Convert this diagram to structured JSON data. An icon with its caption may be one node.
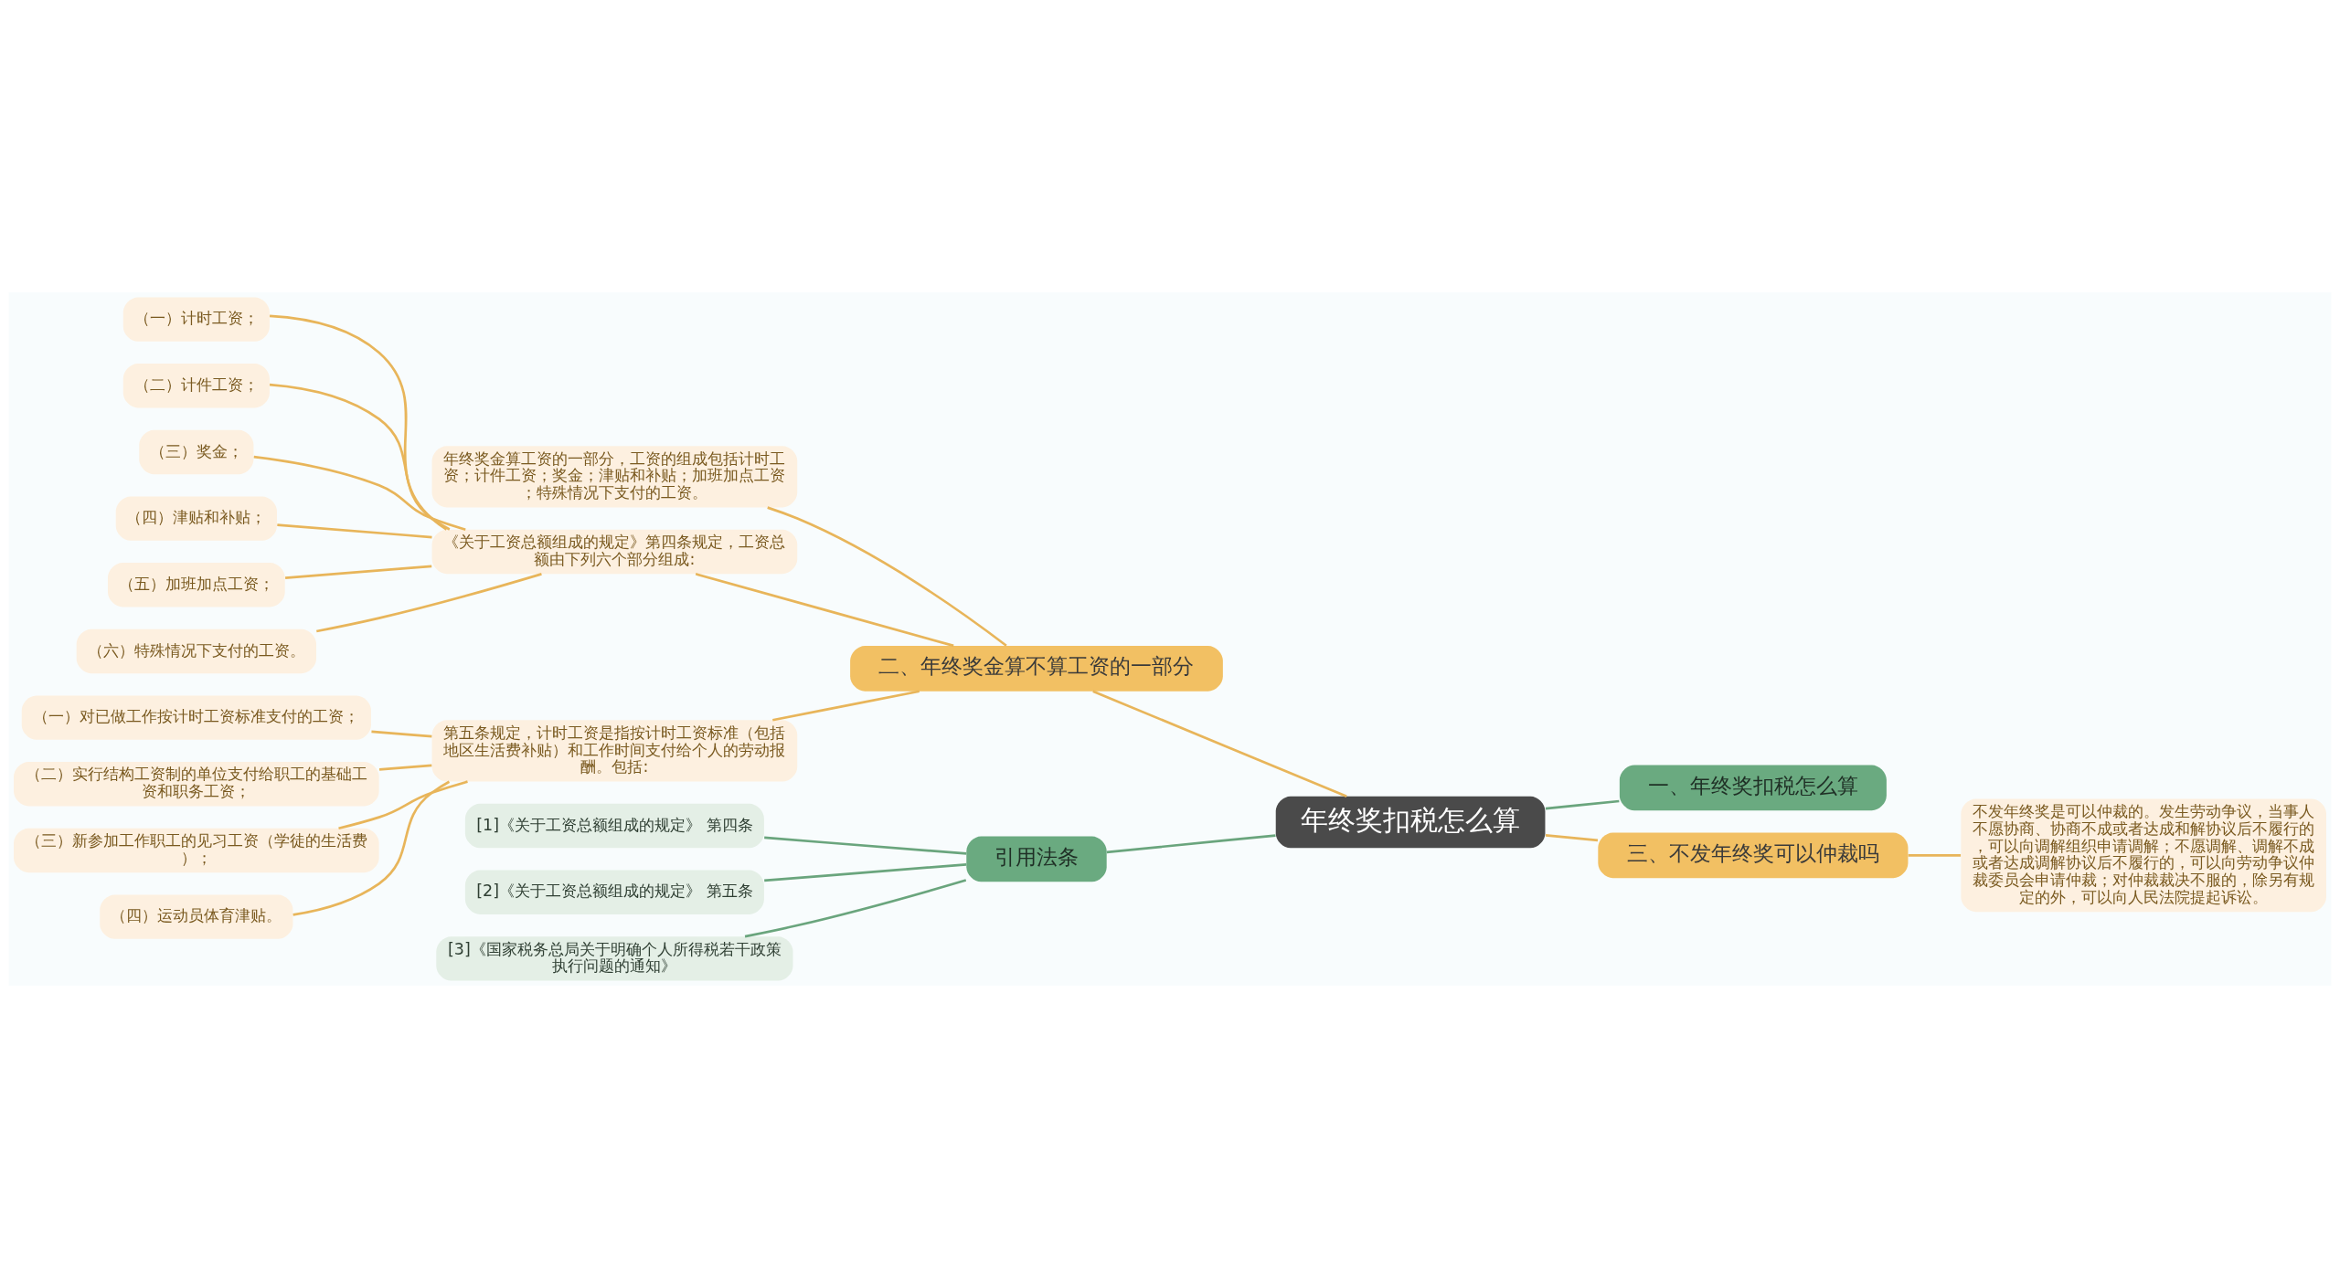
{
  "diagram": {
    "nodes": [
      {
        "text": [
          "年终奖扣税怎么算"
        ]
      },
      {
        "text": [
          "二、年终奖金算不算工资的一部分"
        ]
      },
      {
        "text": [
          "年终奖金算工资的一部分，工资的组成包括计时工资；计件工资；奖金；津贴和补贴；加班加点工资；特殊情况下支付的工资。"
        ]
      },
      {
        "text": [
          "《关于工资总额组成的规定》第四条规定，工资总额由下列六个部分组成:"
        ]
      },
      {
        "text": [
          "（一）计时工资；"
        ]
      },
      {
        "text": [
          "（二）计件工资；"
        ]
      },
      {
        "text": [
          "（三）奖金；"
        ]
      },
      {
        "text": [
          "（四）津贴和补贴；"
        ]
      },
      {
        "text": [
          "（五）加班加点工资；"
        ]
      },
      {
        "text": [
          "（六）特殊情况下支付的工资。"
        ]
      },
      {
        "text": [
          "第五条规定，计时工资是指按计时工资标准（包括地区生活费补贴）和工作时间支付给个人的劳动报酬。包括:"
        ]
      },
      {
        "text": [
          "（一）对已做工作按计时工资标准支付的工资；"
        ]
      },
      {
        "text": [
          "（二）实行结构工资制的单位支付给职工的基础工资和职务工资；"
        ]
      },
      {
        "text": [
          "（三）新参加工作职工的见习工资（学徒的生活费）；"
        ]
      },
      {
        "text": [
          "（四）运动员体育津贴。"
        ]
      },
      {
        "text": [
          "一、年终奖扣税怎么算"
        ]
      },
      {
        "text": [
          "三、不发年终奖可以仲裁吗"
        ]
      },
      {
        "text": [
          "不发年终奖是可以仲裁的。发生劳动争议，当事人不愿协商、协商不成或者达成和解协议后不履行的，可以向调解组织申请调解；不愿调解、调解不成或者达成调解协议后不履行的，可以向劳动争议仲裁委员会申请仲裁；对仲裁裁决不服的，除另有规定的外，可以向人民法院提起诉讼。"
        ]
      },
      {
        "text": [
          "引用法条"
        ]
      },
      {
        "text": [
          "[1]《关于工资总额组成的规定》 第四条"
        ]
      },
      {
        "text": [
          "[2]《关于工资总额组成的规定》 第五条"
        ]
      },
      {
        "text": [
          "[3]《国家税务总局关于明确个人所得税若干政策执行问题的通知》"
        ]
      }
    ],
    "edges": [
      {
        "from": 0,
        "to": 1,
        "arrow": "none"
      },
      {
        "from": 1,
        "to": 2,
        "arrow": "none"
      },
      {
        "from": 1,
        "to": 3,
        "arrow": "none"
      },
      {
        "from": 3,
        "to": 4,
        "arrow": "none"
      },
      {
        "from": 3,
        "to": 5,
        "arrow": "none"
      },
      {
        "from": 3,
        "to": 6,
        "arrow": "none"
      },
      {
        "from": 3,
        "to": 7,
        "arrow": "none"
      },
      {
        "from": 3,
        "to": 8,
        "arrow": "none"
      },
      {
        "from": 3,
        "to": 9,
        "arrow": "none"
      },
      {
        "from": 1,
        "to": 10,
        "arrow": "none"
      },
      {
        "from": 10,
        "to": 11,
        "arrow": "none"
      },
      {
        "from": 10,
        "to": 12,
        "arrow": "none"
      },
      {
        "from": 10,
        "to": 13,
        "arrow": "none"
      },
      {
        "from": 10,
        "to": 14,
        "arrow": "none"
      },
      {
        "from": 0,
        "to": 15,
        "arrow": "none",
        "color": "#6aa57d"
      },
      {
        "from": 0,
        "to": 16,
        "arrow": "none"
      },
      {
        "from": 16,
        "to": 17,
        "arrow": "none"
      },
      {
        "from": 0,
        "to": 18,
        "arrow": "none",
        "color": "#6aa57d"
      },
      {
        "from": 18,
        "to": 19,
        "arrow": "none",
        "color": "#6aa57d"
      },
      {
        "from": 18,
        "to": 20,
        "arrow": "none",
        "color": "#6aa57d"
      },
      {
        "from": 18,
        "to": 21,
        "arrow": "none",
        "color": "#6aa57d"
      }
    ]
  }
}
